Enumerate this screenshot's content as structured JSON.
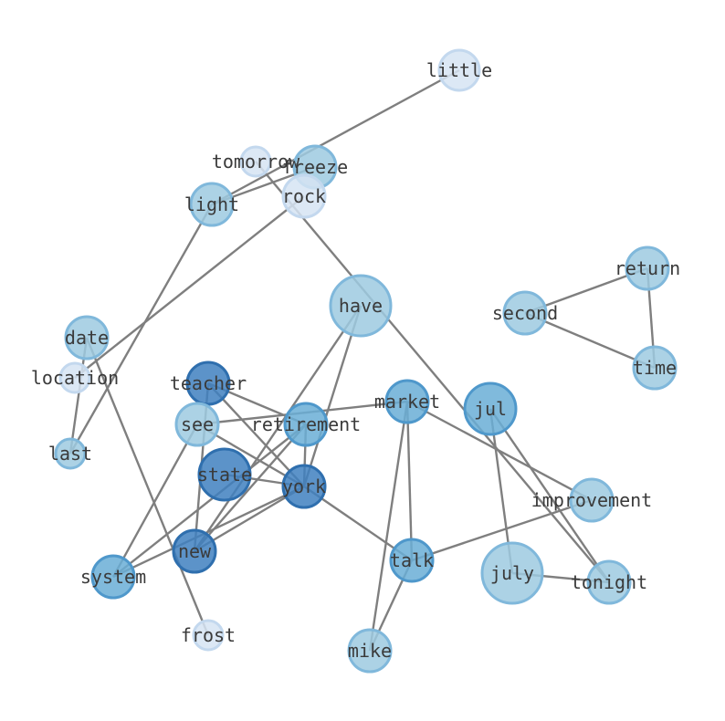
{
  "nodes": {
    "little": "little",
    "tomorrow": "tomorrow",
    "freeze": "freeze",
    "rock": "rock",
    "light": "light",
    "return": "return",
    "second": "second",
    "time": "time",
    "have": "have",
    "date": "date",
    "location": "location",
    "teacher": "teacher",
    "market": "market",
    "jul": "jul",
    "see": "see",
    "retirement": "retirement",
    "last": "last",
    "state": "state",
    "york": "york",
    "improvement": "improvement",
    "new": "new",
    "system": "system",
    "talk": "talk",
    "july": "july",
    "tonight": "tonight",
    "frost": "frost",
    "mike": "mike"
  },
  "colors": {
    "very_light": "#d6e4f3",
    "light": "#9ecae1",
    "medium": "#6aaed6",
    "dark": "#3f80c0",
    "edge": "#7f7f7f"
  }
}
